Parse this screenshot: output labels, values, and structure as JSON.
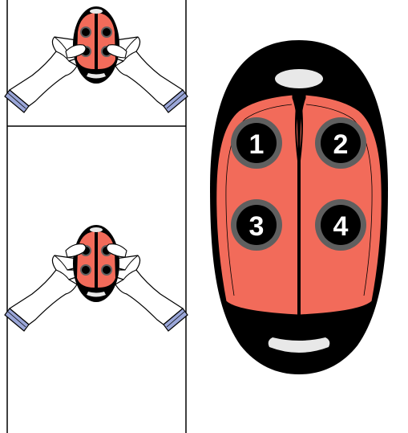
{
  "buttons": [
    {
      "number": "1",
      "position": "top-left"
    },
    {
      "number": "2",
      "position": "top-right"
    },
    {
      "number": "3",
      "position": "bottom-left"
    },
    {
      "number": "4",
      "position": "bottom-right"
    }
  ],
  "panels": [
    {
      "name": "panel-top-left",
      "illustration": "hands-pressing-top-buttons"
    },
    {
      "name": "panel-bottom-left",
      "illustration": "hands-pressing-bottom-buttons"
    },
    {
      "name": "panel-right",
      "illustration": "remote-control-large"
    }
  ],
  "colors": {
    "shell": "#000000",
    "button_panel": "#f26b5a",
    "button_ring": "#5f5f5f",
    "led_window": "#e8e8e8",
    "cuff": "#9aa6d8"
  }
}
